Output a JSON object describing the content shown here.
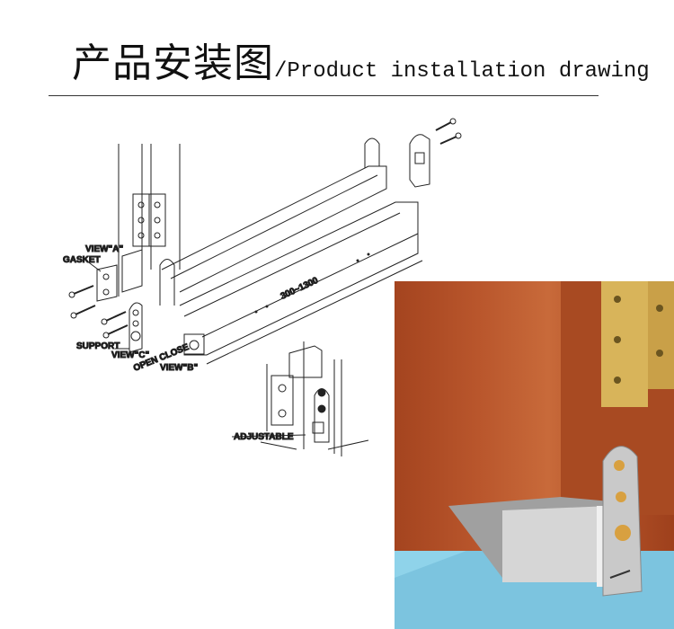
{
  "header": {
    "title_cn": "产品安装图",
    "separator": "/",
    "title_en": "Product installation drawing"
  },
  "drawing": {
    "labels": {
      "view_a": "VIEW\"A\"",
      "gasket": "GASKET",
      "support": "SUPPORT",
      "view_c": "VIEW\"C\"",
      "open_close": "OPEN CLOSE",
      "view_b": "VIEW\"B\"",
      "length": "300~1300",
      "adjustable": "ADJUSTABLE"
    }
  },
  "photo": {
    "door_color": "#b9562c",
    "floor_color": "#8fd3ea",
    "metal_color": "#c9c9c9",
    "hinge_color": "#d8b45a"
  }
}
